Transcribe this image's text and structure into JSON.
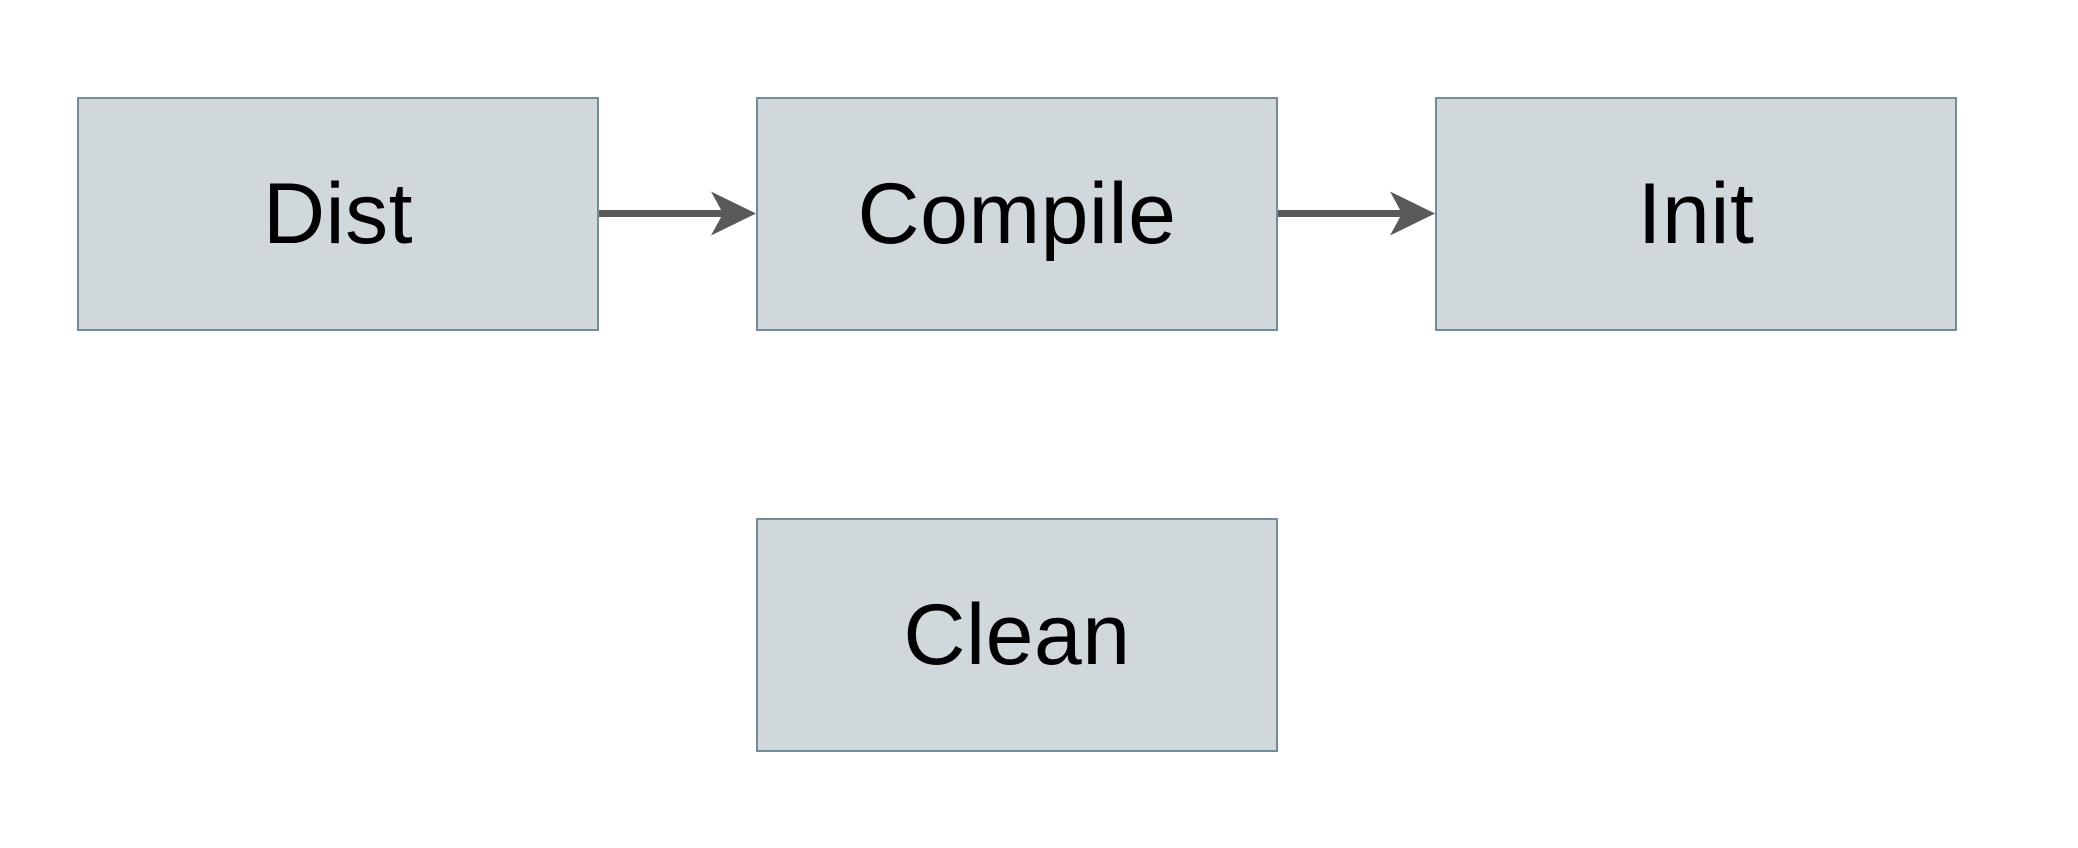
{
  "diagram": {
    "type": "flowchart",
    "nodes": [
      {
        "id": "dist",
        "label": "Dist"
      },
      {
        "id": "compile",
        "label": "Compile"
      },
      {
        "id": "init",
        "label": "Init"
      },
      {
        "id": "clean",
        "label": "Clean"
      }
    ],
    "edges": [
      {
        "from": "Dist",
        "to": "Compile"
      },
      {
        "from": "Compile",
        "to": "Init"
      }
    ]
  },
  "colors": {
    "background": "#ffffff",
    "node_fill": "#d1d8dc",
    "node_border": "#748b98",
    "arrow": "#58595b",
    "text": "#000000"
  }
}
